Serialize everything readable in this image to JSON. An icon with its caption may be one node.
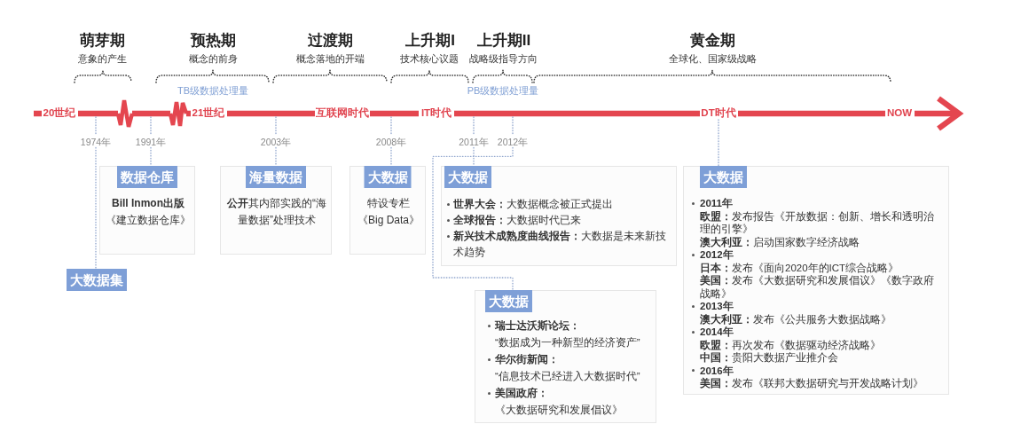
{
  "diagram": {
    "nodes": [
      {
        "text": [
          "1974年"
        ]
      },
      {
        "text": [
          "1991年"
        ]
      },
      {
        "text": [
          "2003年"
        ]
      },
      {
        "text": [
          "2008年"
        ]
      },
      {
        "text": [
          "2011年"
        ]
      },
      {
        "text": [
          "2012年"
        ]
      },
      {
        "text": [
          "DT时代"
        ]
      },
      {
        "text": [
          "大数据集"
        ]
      },
      {
        "text": [
          "数据仓库",
          "**Bill Inmon出版**《建立数据仓库》"
        ]
      },
      {
        "text": [
          "海量数据",
          "**公开**其内部实践的“海量数据”处理技术"
        ]
      },
      {
        "text": [
          "大数据",
          "特设专栏《Big Data》"
        ]
      },
      {
        "text": [
          "大数据",
          "**世界大会：**大数据概念被正式提出",
          "**全球报告：**大数据时代已来",
          "**新兴技术成熟度曲线报告：**大数据是未来新技术趋势"
        ]
      },
      {
        "text": [
          "大数据",
          "**瑞士达沃斯论坛：**“数据成为一种新型的经济资产”",
          "**华尔街新闻：**“信息技术已经进入大数据时代”",
          "**美国政府：**《大数据研究和发展倡议》"
        ]
      },
      {
        "text": [
          "大数据",
          "2011年",
          "**欧盟：**发布报告《开放数据：创新、增长和透明治理的引擎》",
          "**澳大利亚：**启动国家数字经济战略",
          "2012年",
          "**日本：**发布《面向2020年的ICT综合战略》",
          "**美国：**发布《大数据研究和发展倡议》《数字政府战略》",
          "2013年",
          "**澳大利亚：**发布《公共服务大数据战略》",
          "2014年",
          "**欧盟：**再次发布《数据驱动经济战略》",
          "**中国：**贵阳大数据产业推介会",
          "2016年",
          "**美国：**发布《联邦大数据研究与开发战略计划》"
        ]
      }
    ],
    "edges": [
      {
        "from": 0,
        "to": 7,
        "arrow": "none",
        "style": "dashed"
      },
      {
        "from": 1,
        "to": 8,
        "arrow": "none",
        "style": "dashed"
      },
      {
        "from": 2,
        "to": 9,
        "arrow": "none",
        "style": "dashed"
      },
      {
        "from": 3,
        "to": 10,
        "arrow": "none",
        "style": "dashed"
      },
      {
        "from": 4,
        "to": 11,
        "arrow": "none",
        "style": "dashed"
      },
      {
        "from": 5,
        "to": 12,
        "arrow": "none",
        "style": "dashed"
      },
      {
        "from": 6,
        "to": 13,
        "arrow": "none",
        "style": "dashed"
      }
    ],
    "labels": [
      "萌芽期",
      "预热期",
      "过渡期",
      "上升期I",
      "上升期II",
      "黄金期",
      "意象的产生",
      "概念的前身",
      "概念落地的开端",
      "技术核心议题",
      "战略级指导方向",
      "全球化、国家级战略",
      "TB级数据处理量",
      "PB级数据处理量",
      "20世纪",
      "21世纪",
      "互联网时代",
      "IT时代",
      "NOW"
    ]
  }
}
